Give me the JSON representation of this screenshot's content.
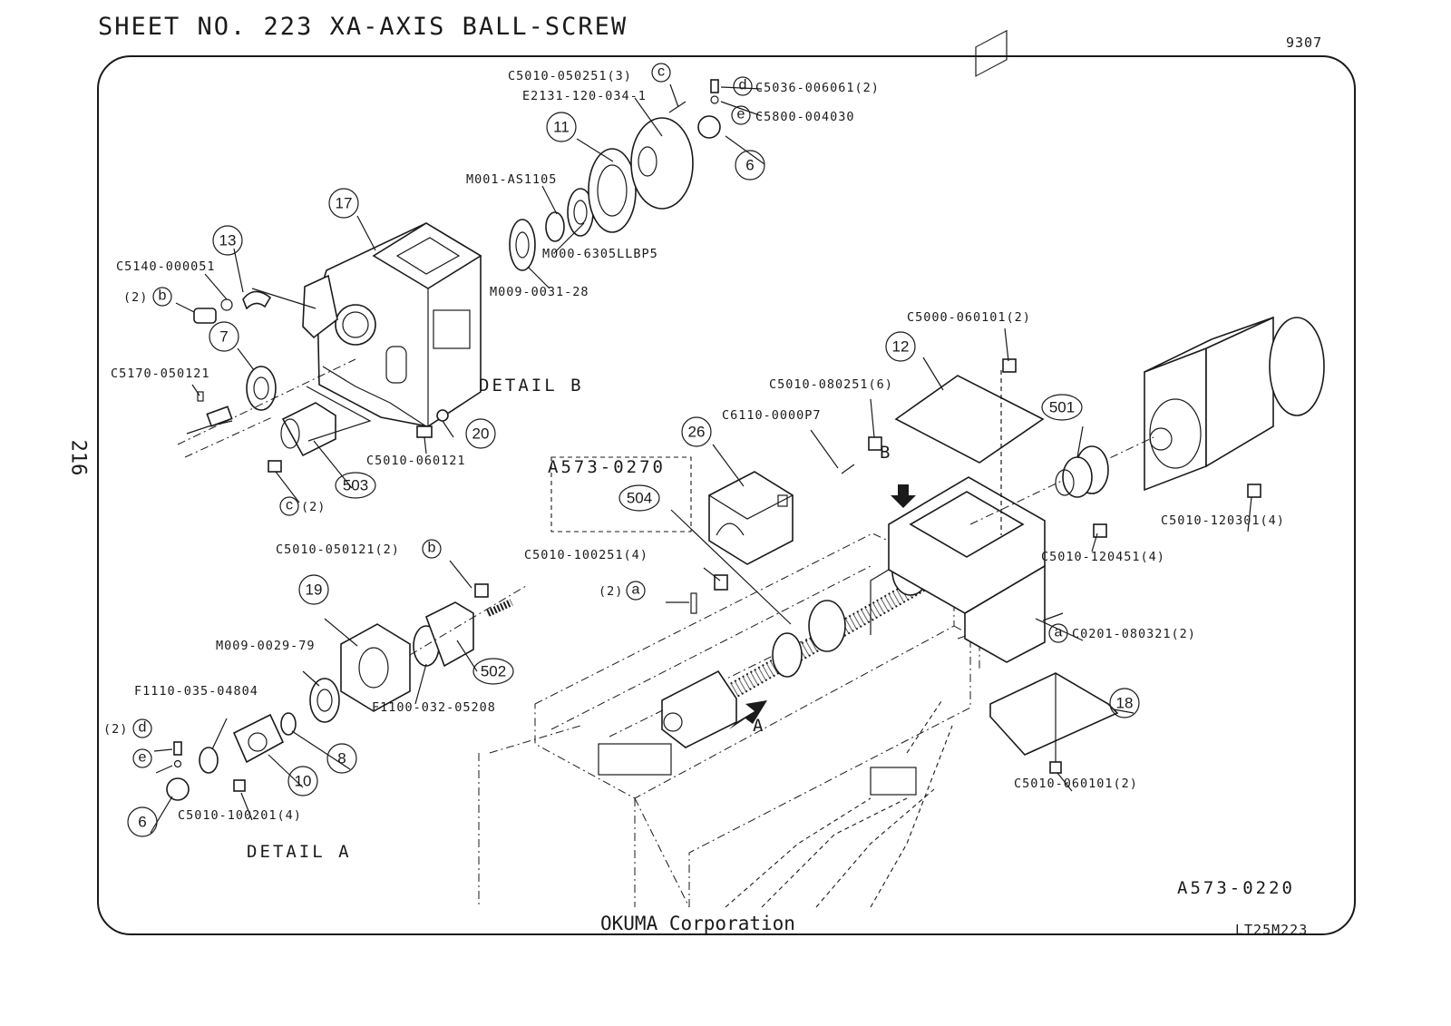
{
  "sheet": {
    "title": "SHEET NO. 223   XA-AXIS BALL-SCREW",
    "code": "9307",
    "page_number": "216"
  },
  "footer": {
    "company": "OKUMA Corporation",
    "drawing_code": "LT25M223"
  },
  "drawing": {
    "drawing_number": "A573-0220",
    "assembly_number": "A573-0270",
    "detail_a_label": "DETAIL  A",
    "detail_b_label": "DETAIL  B",
    "view_a": "A",
    "view_b": "B"
  },
  "callouts": {
    "c6_top": "6",
    "c6_bottom": "6",
    "c7": "7",
    "c8": "8",
    "c10": "10",
    "c11": "11",
    "c12": "12",
    "c13": "13",
    "c17": "17",
    "c18": "18",
    "c19": "19",
    "c20": "20",
    "c26": "26",
    "c501": "501",
    "c502": "502",
    "c503": "503",
    "c504": "504"
  },
  "letters": {
    "a1": "a",
    "a2": "a",
    "b1": "b",
    "b2": "b",
    "c1": "c",
    "c2": "c",
    "d1": "d",
    "d2": "d",
    "e1": "e",
    "e2": "e"
  },
  "part_labels": {
    "p_c5010_050251": "C5010-050251(3)",
    "p_e2131": "E2131-120-034-1",
    "p_c5036": "C5036-006061(2)",
    "p_c5800": "C5800-004030",
    "p_m001": "M001-AS1105",
    "p_m000": "M000-6305LLBP5",
    "p_m009_28": "M009-0031-28",
    "p_c5140": "C5140-000051",
    "p_two_b": "(2)",
    "p_c5170": "C5170-050121",
    "p_c5010_060121": "C5010-060121",
    "p_two_c": "(2)",
    "p_c5000": "C5000-060101(2)",
    "p_c5010_080251": "C5010-080251(6)",
    "p_c6110": "C6110-0000P7",
    "p_c5010_120301": "C5010-120301(4)",
    "p_c5010_120451": "C5010-120451(4)",
    "p_c5010_100251": "C5010-100251(4)",
    "p_two_a": "(2)",
    "p_c0201": "C0201-080321(2)",
    "p_c5010_060101b": "C5010-060101(2)",
    "p_c5010_050121": "C5010-050121(2)",
    "p_m009_79": "M009-0029-79",
    "p_f1100": "F1100-032-05208",
    "p_f1110": "F1110-035-04804",
    "p_two_d": "(2)",
    "p_c5010_100201": "C5010-100201(4)"
  }
}
